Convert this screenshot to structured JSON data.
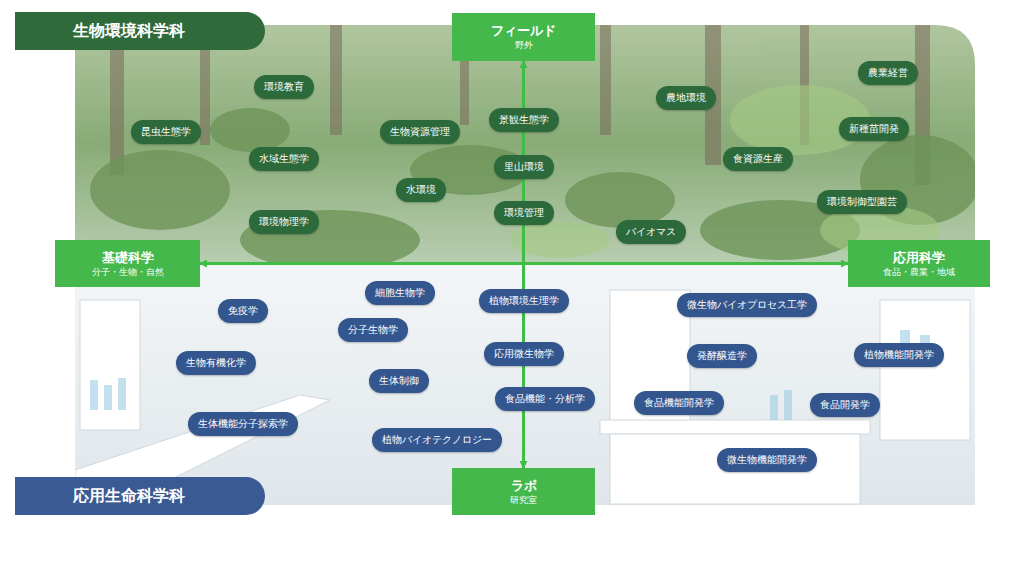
{
  "diagram": {
    "nodes": [
      {
        "text": [
          "生物環境科学科"
        ]
      },
      {
        "text": [
          "フィールド",
          "野外"
        ]
      },
      {
        "text": [
          "環境教育"
        ]
      },
      {
        "text": [
          "昆虫生態学"
        ]
      },
      {
        "text": [
          "水域生態学"
        ]
      },
      {
        "text": [
          "環境物理学"
        ]
      },
      {
        "text": [
          "生物資源管理"
        ]
      },
      {
        "text": [
          "水環境"
        ]
      },
      {
        "text": [
          "景観生態学"
        ]
      },
      {
        "text": [
          "里山環境"
        ]
      },
      {
        "text": [
          "環境管理"
        ]
      },
      {
        "text": [
          "農地環境"
        ]
      },
      {
        "text": [
          "食資源生産"
        ]
      },
      {
        "text": [
          "バイオマス"
        ]
      },
      {
        "text": [
          "農業経営"
        ]
      },
      {
        "text": [
          "新種苗開発"
        ]
      },
      {
        "text": [
          "環境制御型園芸"
        ]
      },
      {
        "text": [
          "基礎科学",
          "分子・生物・自然"
        ]
      },
      {
        "text": [
          "応用科学",
          "食品・農業・地域"
        ]
      },
      {
        "text": [
          "免疫学"
        ]
      },
      {
        "text": [
          "細胞生物学"
        ]
      },
      {
        "text": [
          "分子生物学"
        ]
      },
      {
        "text": [
          "生物有機化学"
        ]
      },
      {
        "text": [
          "生体制御"
        ]
      },
      {
        "text": [
          "生体機能分子探索学"
        ]
      },
      {
        "text": [
          "植物バイオテクノロジー"
        ]
      },
      {
        "text": [
          "植物環境生理学"
        ]
      },
      {
        "text": [
          "応用微生物学"
        ]
      },
      {
        "text": [
          "食品機能・分析学"
        ]
      },
      {
        "text": [
          "微生物バイオプロセス工学"
        ]
      },
      {
        "text": [
          "発酵醸造学"
        ]
      },
      {
        "text": [
          "植物機能開発学"
        ]
      },
      {
        "text": [
          "食品機能開発学"
        ]
      },
      {
        "text": [
          "食品開発学"
        ]
      },
      {
        "text": [
          "微生物機能開発学"
        ]
      },
      {
        "text": [
          "ラボ",
          "研究室"
        ]
      },
      {
        "text": [
          "応用生命科学科"
        ]
      }
    ],
    "edges": [
      {
        "from": 1,
        "to": 35,
        "arrow": "both"
      },
      {
        "from": 17,
        "to": 18,
        "arrow": "both"
      }
    ]
  }
}
